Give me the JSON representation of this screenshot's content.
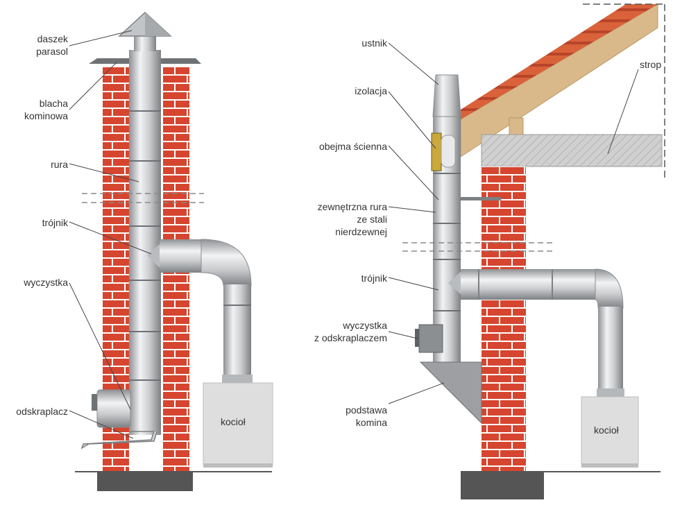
{
  "left_diagram": {
    "labels": {
      "cap_1": "daszek",
      "cap_2": "parasol",
      "flashing_1": "blacha",
      "flashing_2": "kominowa",
      "pipe": "rura",
      "tee": "trójnik",
      "cleanout": "wyczystka",
      "condensate": "odskraplacz",
      "boiler": "kocioł"
    }
  },
  "right_diagram": {
    "labels": {
      "mouthpiece": "ustnik",
      "insulation": "izolacja",
      "wall_bracket": "obejma ścienna",
      "outer_pipe_1": "zewnętrzna rura",
      "outer_pipe_2": "ze stali",
      "outer_pipe_3": "nierdzewnej",
      "tee": "trójnik",
      "cleanout_1": "wyczystka",
      "cleanout_2": "z odskraplaczem",
      "base_1": "podstawa",
      "base_2": "komina",
      "ceiling": "strop",
      "boiler": "kocioł"
    }
  },
  "colors": {
    "brick": "#d6452f",
    "mortar": "#ffffff",
    "steel": "#d4d6d8",
    "steel_dark": "#9a9da0",
    "boiler": "#dedede",
    "foundation": "#555555",
    "roof_wood": "#d9b98a",
    "ceiling": "#d0d0d0"
  }
}
